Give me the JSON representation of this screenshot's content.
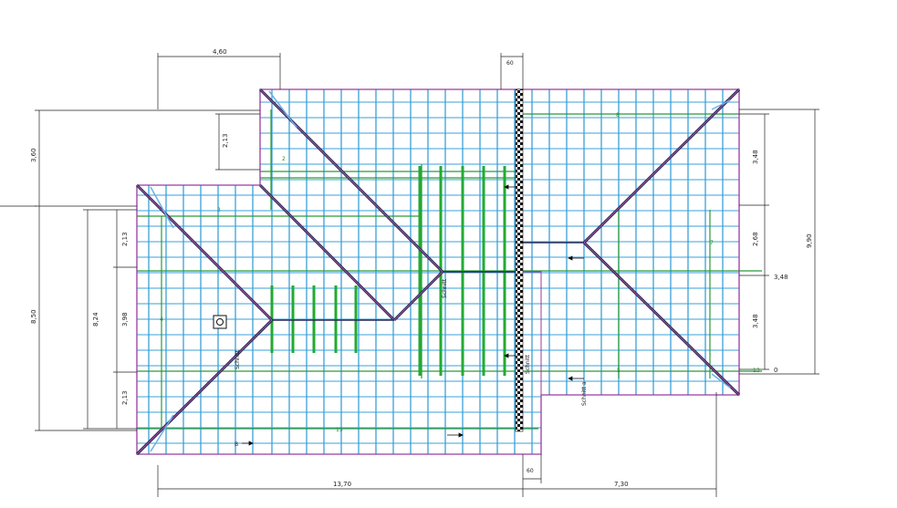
{
  "dimensions": {
    "top_left": "4,60",
    "top_gap": "60",
    "bottom_left": "13,70",
    "bottom_gap": "60",
    "bottom_right": "7,30",
    "left_upper": "3,60",
    "left_lower": "8,50",
    "left_total": "8,24",
    "left_notch": "2,13",
    "left_seg_top": "2,13",
    "left_seg_mid": "3,98",
    "left_seg_bottom": "2,13",
    "right_total": "9,90",
    "right_seg_top": "3,48",
    "right_seg_mid": "2,68",
    "right_seg_bottom": "3,48",
    "right_mid_mark": "3,48",
    "right_zero": "0"
  },
  "labels": {
    "schnitt": "Schnitt",
    "schnitt_a": "Schnitt a",
    "schnitt_b": "B",
    "marks": [
      "3",
      "5",
      "8",
      "4",
      "2",
      "7",
      "13",
      "15"
    ]
  },
  "colors": {
    "outline": "#9a3aa0",
    "rafter": "#3aa0d8",
    "purlin": "#2a9a3a",
    "ridge": "#2a2a55",
    "dimension": "#222222"
  }
}
